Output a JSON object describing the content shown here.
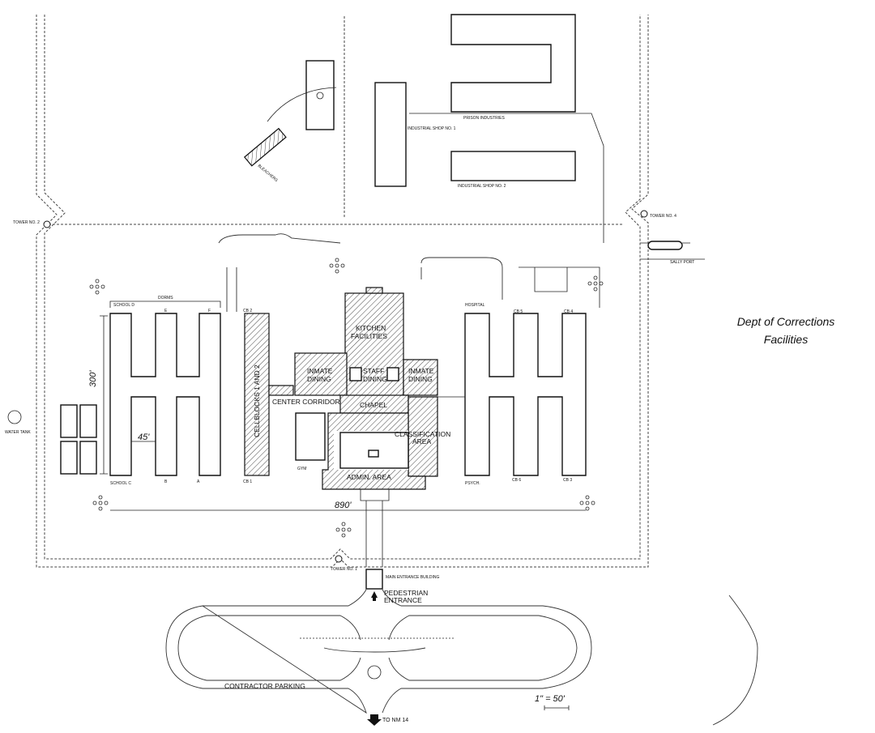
{
  "title": {
    "line1": "Dept of Corrections",
    "line2": "Facilities"
  },
  "towers": {
    "t1": "TOWER NO. 1",
    "t2": "TOWER NO. 2",
    "t4": "TOWER NO. 4"
  },
  "labels": {
    "bleachers": "BLEACHERS",
    "prison_industries": "PRISON INDUSTRIES",
    "industrial_shop_1": "INDUSTRIAL SHOP NO. 1",
    "industrial_shop_2": "INDUSTRIAL SHOP NO. 2",
    "dorms": "DORMS",
    "school_d": "SCHOOL D",
    "dorm_e": "E",
    "dorm_f": "F",
    "school_c": "SCHOOL C",
    "dorm_b": "B",
    "dorm_a": "A",
    "cb2_top": "CB 2",
    "cb1_bottom": "CB 1",
    "cellblocks": "CELLBLOCKS 1 AND 2",
    "kitchen_1": "KITCHEN",
    "kitchen_2": "FACILITIES",
    "inmate_dining_l1": "INMATE",
    "inmate_dining_l2": "DINING",
    "staff_dining_1": "STAFF",
    "staff_dining_2": "DINING",
    "inmate_dining_r1": "INMATE",
    "inmate_dining_r2": "DINING",
    "center_corridor": "CENTER CORRIDOR",
    "chapel": "CHAPEL",
    "classification_1": "CLASSIFICATION",
    "classification_2": "AREA",
    "gym": "GYM",
    "admin_area": "ADMIN. AREA",
    "hospital": "HOSPITAL",
    "psych": "PSYCH.",
    "cb6": "CB 6",
    "cb3": "CB 3",
    "cb5": "CB 5",
    "cb4": "CB 4",
    "sally_port": "SALLY PORT",
    "water_tank": "WATER TANK",
    "main_entrance": "MAIN ENTRANCE BUILDING",
    "pedestrian_1": "PEDESTRIAN",
    "pedestrian_2": "ENTRANCE",
    "contractor_parking": "CONTRACTOR PARKING",
    "to_nm14": "TO NM 14"
  },
  "dimensions": {
    "height": "300'",
    "width": "890'",
    "unit_width": "45'"
  },
  "scale": "1\" = 50'"
}
